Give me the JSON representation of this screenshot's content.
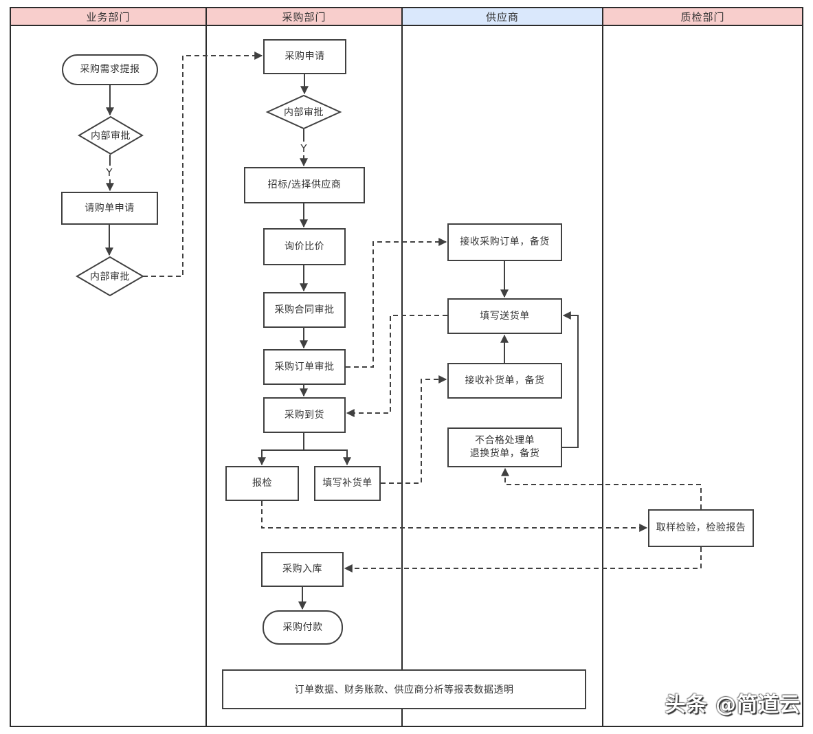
{
  "lanes": [
    {
      "label": "业务部门",
      "fill": "#f8cecc"
    },
    {
      "label": "采购部门",
      "fill": "#f8cecc"
    },
    {
      "label": "供应商",
      "fill": "#dae8fc"
    },
    {
      "label": "质检部门",
      "fill": "#f8cecc"
    }
  ],
  "nodes": {
    "demand_report": {
      "label": "采购需求提报",
      "shape": "stadium",
      "lane": "业务部门"
    },
    "internal_approval_1": {
      "label": "内部审批",
      "shape": "diamond",
      "lane": "业务部门"
    },
    "purchase_request": {
      "label": "请购单申请",
      "shape": "rect",
      "lane": "业务部门"
    },
    "internal_approval_2": {
      "label": "内部审批",
      "shape": "diamond",
      "lane": "业务部门"
    },
    "purchase_apply": {
      "label": "采购申请",
      "shape": "rect",
      "lane": "采购部门"
    },
    "internal_approval_3": {
      "label": "内部审批",
      "shape": "diamond",
      "lane": "采购部门"
    },
    "tender_select": {
      "label": "招标/选择供应商",
      "shape": "rect",
      "lane": "采购部门"
    },
    "inquiry_compare": {
      "label": "询价比价",
      "shape": "rect",
      "lane": "采购部门"
    },
    "contract_approval": {
      "label": "采购合同审批",
      "shape": "rect",
      "lane": "采购部门"
    },
    "order_approval": {
      "label": "采购订单审批",
      "shape": "rect",
      "lane": "采购部门"
    },
    "goods_arrival": {
      "label": "采购到货",
      "shape": "rect",
      "lane": "采购部门"
    },
    "report_inspection": {
      "label": "报检",
      "shape": "rect",
      "lane": "采购部门"
    },
    "fill_replenish": {
      "label": "填写补货单",
      "shape": "rect",
      "lane": "采购部门"
    },
    "warehouse_in": {
      "label": "采购入库",
      "shape": "rect",
      "lane": "采购部门"
    },
    "purchase_payment": {
      "label": "采购付款",
      "shape": "stadium",
      "lane": "采购部门"
    },
    "receive_order": {
      "label": "接收采购订单，备货",
      "shape": "rect",
      "lane": "供应商"
    },
    "fill_delivery": {
      "label": "填写送货单",
      "shape": "rect",
      "lane": "供应商"
    },
    "receive_replenish": {
      "label": "接收补货单，备货",
      "shape": "rect",
      "lane": "供应商"
    },
    "reject_handle": {
      "line1": "不合格处理单",
      "line2": "退换货单，备货",
      "shape": "rect",
      "lane": "供应商"
    },
    "sample_inspect": {
      "label": "取样检验，检验报告",
      "shape": "rect",
      "lane": "质检部门"
    }
  },
  "edge_labels": {
    "approval1_yes": "Y",
    "approval3_yes": "Y"
  },
  "banner": {
    "label": "订单数据、财务账款、供应商分析等报表数据透明"
  },
  "watermark": {
    "label": "头条 @简道云"
  },
  "colors": {
    "lane_header_pink": "#f8cecc",
    "lane_header_blue": "#dae8fc",
    "lane_border": "#2b2b2b",
    "shape_border": "#404040",
    "shape_fill": "#ffffff",
    "text": "#333333"
  }
}
